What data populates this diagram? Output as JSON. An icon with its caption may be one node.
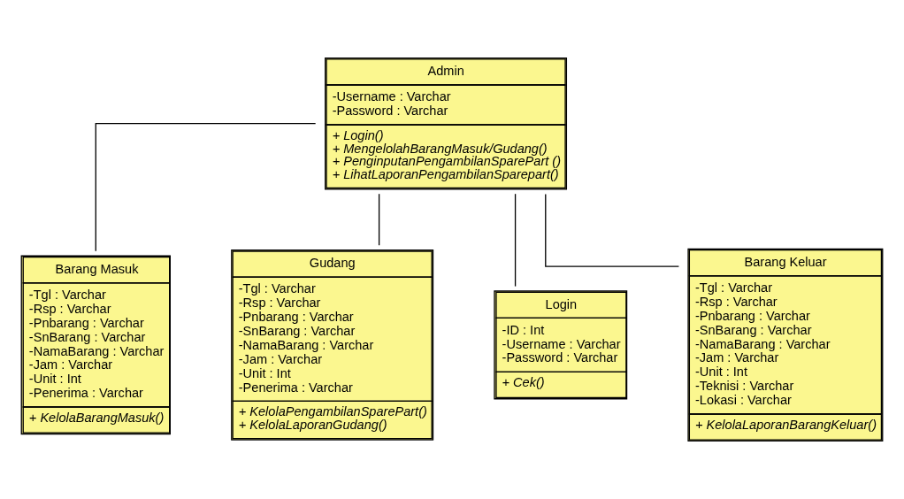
{
  "diagram": {
    "nodes": [
      {
        "text": [
          "Admin",
          "-Username : Varchar",
          "-Password : Varchar",
          "+ Login()",
          "+ MengelolahBarangMasuk/Gudang()",
          "+ PenginputanPengambilanSparePart ()",
          "+ LihatLaporanPengambilanSparepart()"
        ]
      },
      {
        "text": [
          "Barang Masuk",
          "-Tgl : Varchar",
          "-Rsp : Varchar",
          "-Pnbarang : Varchar",
          "-SnBarang : Varchar",
          "-NamaBarang : Varchar",
          "-Jam : Varchar",
          "-Unit : Int",
          "-Penerima : Varchar",
          "+ KelolaBarangMasuk()"
        ]
      },
      {
        "text": [
          "Gudang",
          "-Tgl : Varchar",
          "-Rsp : Varchar",
          "-Pnbarang : Varchar",
          "-SnBarang : Varchar",
          "-NamaBarang : Varchar",
          "-Jam : Varchar",
          "-Unit : Int",
          "-Penerima : Varchar",
          "+ KelolaPengambilanSparePart()",
          "+ KelolaLaporanGudang()"
        ]
      },
      {
        "text": [
          "Login",
          "-ID : Int",
          "-Username : Varchar",
          "-Password : Varchar",
          "+ Cek()"
        ]
      },
      {
        "text": [
          "Barang Keluar",
          "-Tgl : Varchar",
          "-Rsp : Varchar",
          "-Pnbarang : Varchar",
          "-SnBarang : Varchar",
          "-NamaBarang : Varchar",
          "-Jam : Varchar",
          "-Unit : Int",
          "-Teknisi : Varchar",
          "-Lokasi : Varchar",
          "+ KelolaLaporanBarangKeluar()"
        ]
      }
    ],
    "edges": [
      {
        "from": 0,
        "to": 1,
        "arrow": "none"
      },
      {
        "from": 0,
        "to": 2,
        "arrow": "none"
      },
      {
        "from": 0,
        "to": 4,
        "arrow": "none"
      },
      {
        "from": 0,
        "to": 3,
        "arrow": "none"
      }
    ]
  }
}
